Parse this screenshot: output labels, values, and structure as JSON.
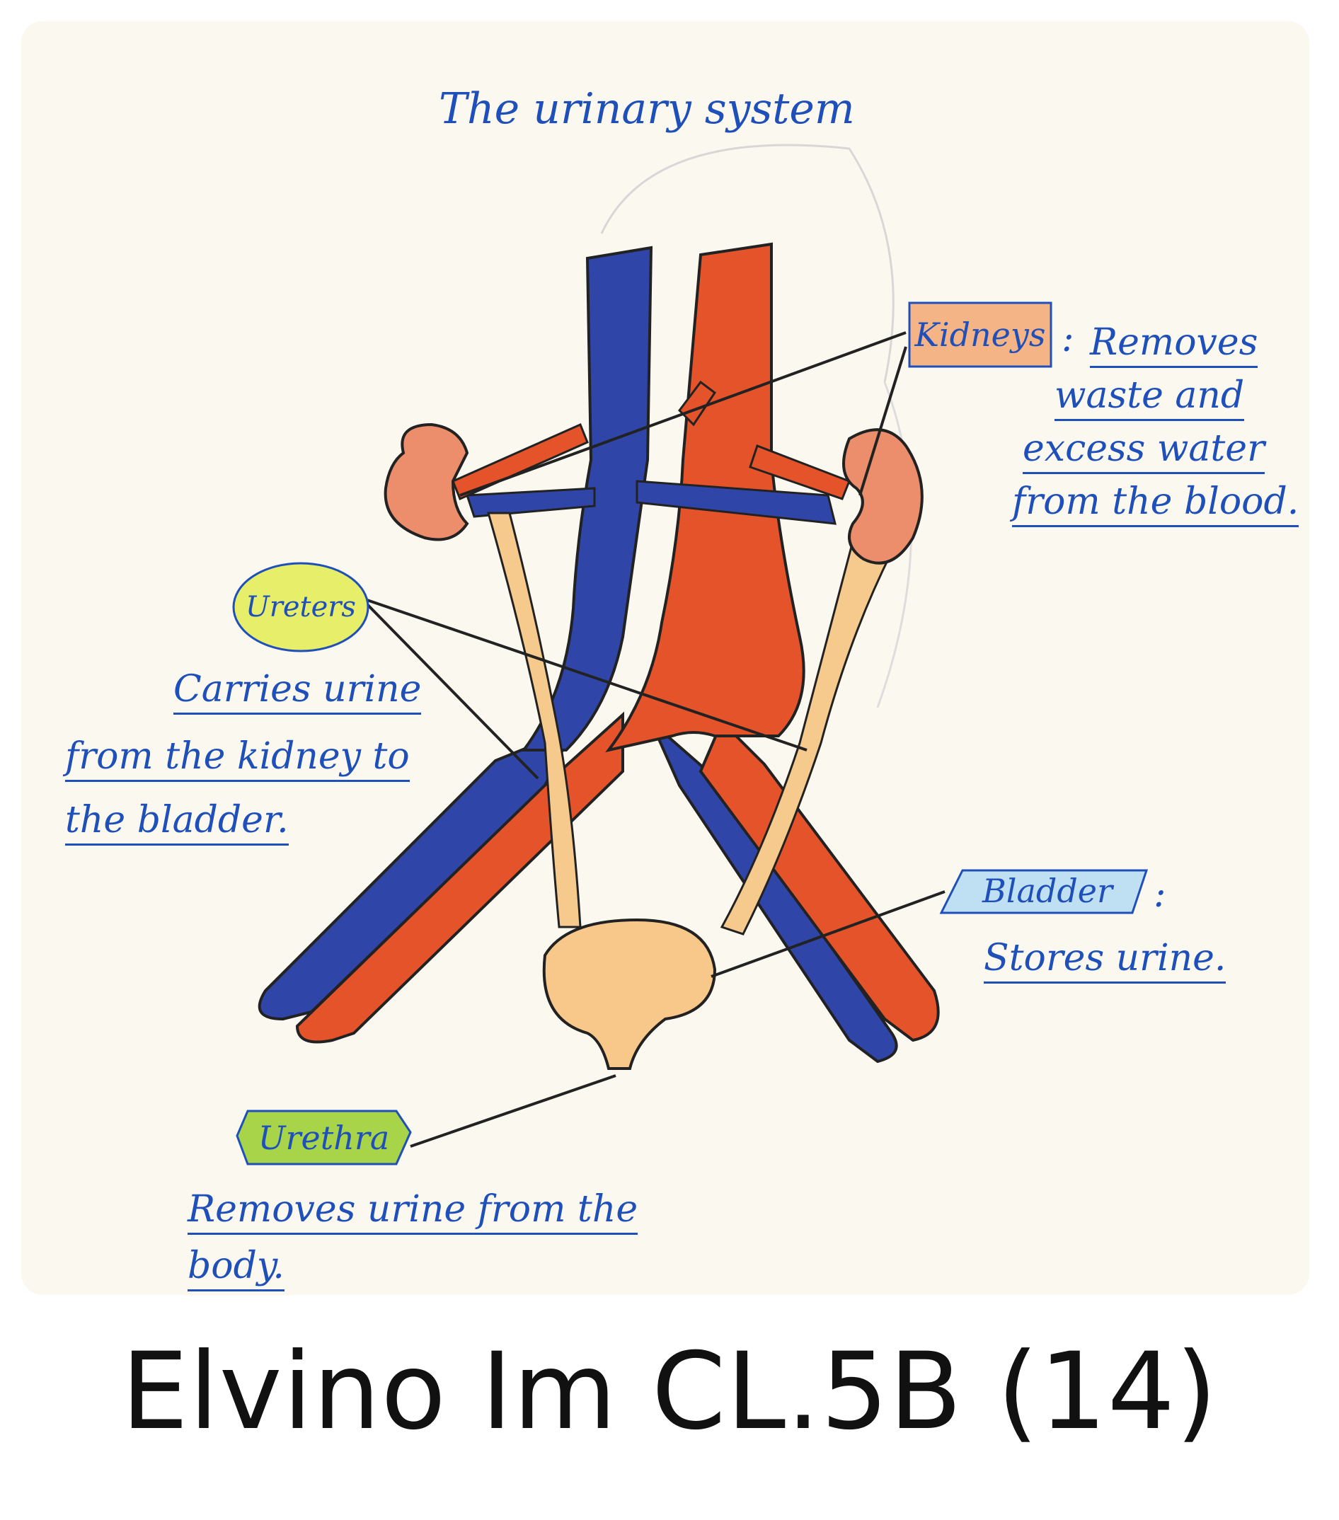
{
  "title": "The urinary system",
  "labels": {
    "kidneys": {
      "name": "Kidneys",
      "lines": [
        "Removes",
        "waste and",
        "excess water",
        "from the blood."
      ]
    },
    "ureters": {
      "name": "Ureters",
      "lines": [
        "Carries urine",
        "from the kidney to",
        "the bladder."
      ]
    },
    "bladder": {
      "name": "Bladder",
      "lines": [
        "Stores urine."
      ]
    },
    "urethra": {
      "name": "Urethra",
      "lines": [
        "Removes urine from the",
        "body."
      ]
    }
  },
  "caption": "Elvino Im CL.5B (14)",
  "colors": {
    "vein": "#2f46a8",
    "artery": "#e5532a",
    "kidney": "#ec8d6b",
    "ureter": "#f6c98c",
    "bladder": "#f8c88a",
    "ureters_label": "#e6ee6a",
    "urethra_label": "#a8d449",
    "kidneys_label": "#f5b486",
    "bladder_label": "#bfe0f2",
    "ink": "#1f4fb8"
  }
}
